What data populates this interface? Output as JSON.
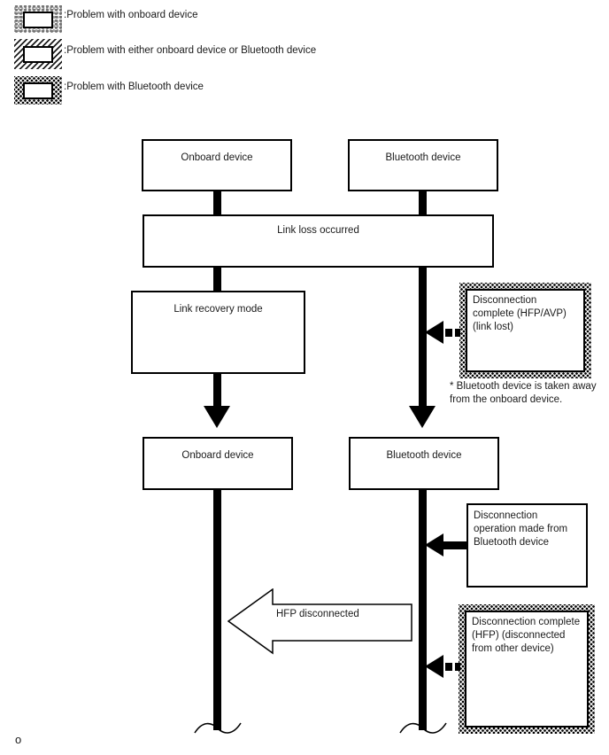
{
  "legend": {
    "items": [
      {
        "label": ":Problem with onboard device",
        "pattern": "mottled"
      },
      {
        "label": ":Problem with either onboard device or Bluetooth device",
        "pattern": "diagonal-hatch"
      },
      {
        "label": ":Problem with Bluetooth device",
        "pattern": "dotted"
      }
    ]
  },
  "flow": {
    "onboard_top": "Onboard device",
    "bluetooth_top": "Bluetooth device",
    "link_loss": "Link loss occurred",
    "link_recovery": "Link recovery mode",
    "onboard_bottom": "Onboard device",
    "bluetooth_bottom": "Bluetooth device",
    "disconnect_complete_hfp_avp": "Disconnection complete (HFP/AVP) (link lost)",
    "note_bluetooth_taken_away": "* Bluetooth device is taken away from the onboard device.",
    "disconnect_operation": "Disconnection operation made from Bluetooth device",
    "hfp_disconnected": "HFP disconnected",
    "disconnect_complete_hfp": "Disconnection complete (HFP) (disconnected from other device)"
  },
  "footer": {
    "char": "o"
  },
  "colors": {
    "line": "#000000",
    "box_fill": "#ffffff"
  }
}
